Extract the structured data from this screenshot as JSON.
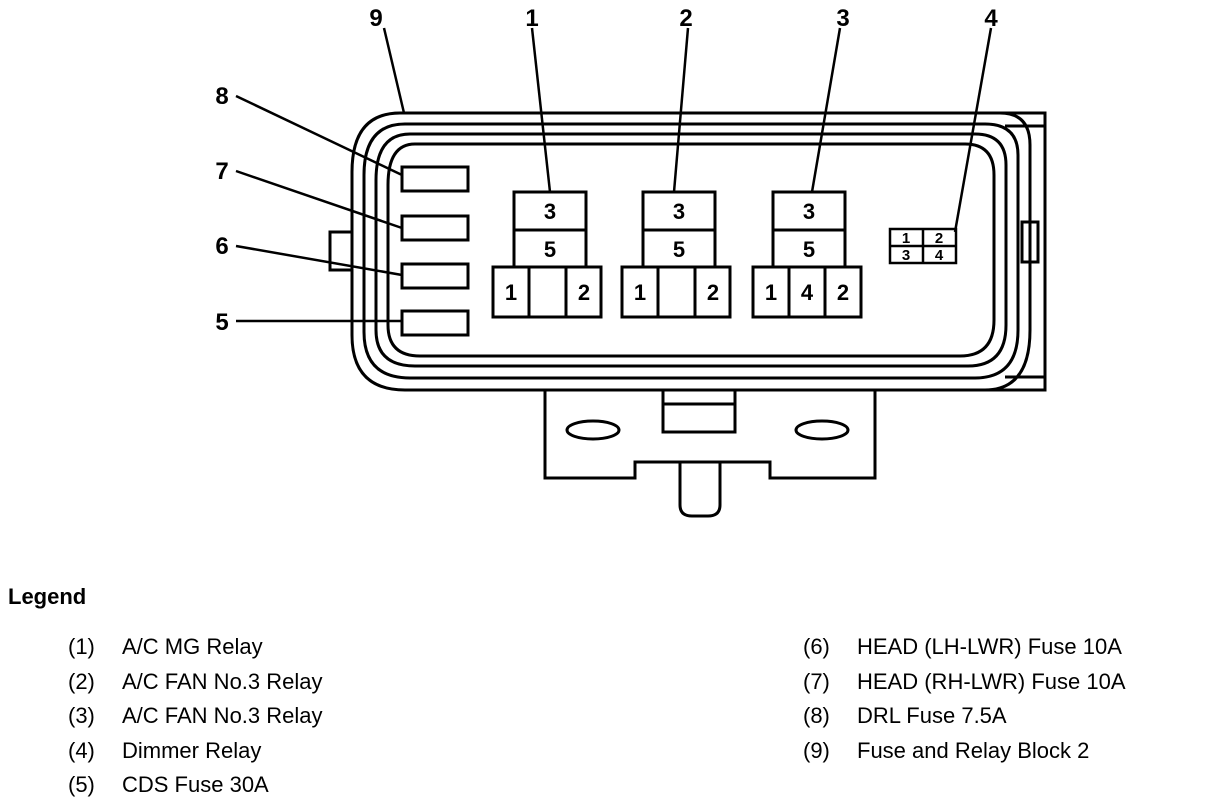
{
  "callouts": [
    "1",
    "2",
    "3",
    "4",
    "5",
    "6",
    "7",
    "8",
    "9"
  ],
  "relays": [
    {
      "top": "3",
      "middle": "5",
      "bottom": [
        "1",
        "",
        "2"
      ]
    },
    {
      "top": "3",
      "middle": "5",
      "bottom": [
        "1",
        "",
        "2"
      ]
    },
    {
      "top": "3",
      "middle": "5",
      "bottom": [
        "1",
        "4",
        "2"
      ]
    }
  ],
  "dimmer_pins": [
    "1",
    "2",
    "3",
    "4"
  ],
  "legend": {
    "title": "Legend",
    "left": [
      {
        "num": "(1)",
        "label": "A/C MG Relay"
      },
      {
        "num": "(2)",
        "label": "A/C FAN No.3 Relay"
      },
      {
        "num": "(3)",
        "label": "A/C FAN No.3 Relay"
      },
      {
        "num": "(4)",
        "label": "Dimmer Relay"
      },
      {
        "num": "(5)",
        "label": "CDS Fuse 30A"
      }
    ],
    "right": [
      {
        "num": "(6)",
        "label": "HEAD (LH-LWR) Fuse 10A"
      },
      {
        "num": "(7)",
        "label": "HEAD (RH-LWR) Fuse 10A"
      },
      {
        "num": "(8)",
        "label": "DRL Fuse 7.5A"
      },
      {
        "num": "(9)",
        "label": "Fuse and Relay Block 2"
      }
    ]
  }
}
